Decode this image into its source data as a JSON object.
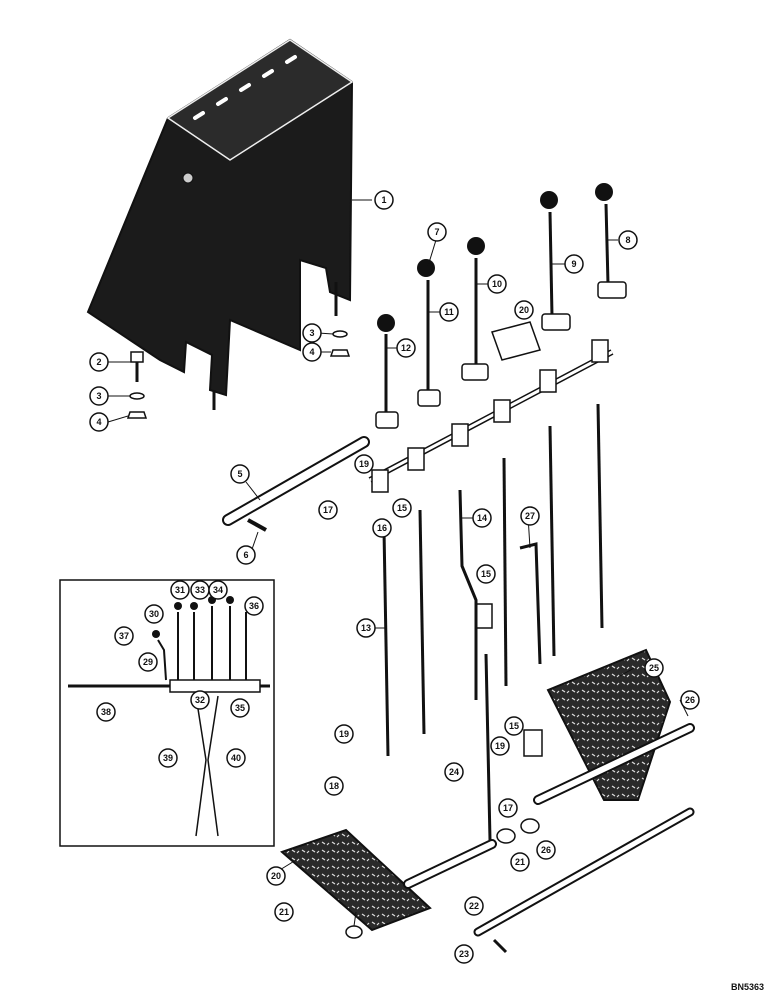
{
  "diagram": {
    "reference_code": "BN5363",
    "colors": {
      "ink": "#111111",
      "paper": "#ffffff",
      "tread": "#2a2a2a"
    },
    "callouts": [
      {
        "id": "c1",
        "label": "1"
      },
      {
        "id": "c2",
        "label": "2"
      },
      {
        "id": "c3a",
        "label": "3"
      },
      {
        "id": "c4a",
        "label": "4"
      },
      {
        "id": "c3b",
        "label": "3"
      },
      {
        "id": "c4b",
        "label": "4"
      },
      {
        "id": "c5",
        "label": "5"
      },
      {
        "id": "c6",
        "label": "6"
      },
      {
        "id": "c7",
        "label": "7"
      },
      {
        "id": "c8",
        "label": "8"
      },
      {
        "id": "c9",
        "label": "9"
      },
      {
        "id": "c10",
        "label": "10"
      },
      {
        "id": "c11",
        "label": "11"
      },
      {
        "id": "c12",
        "label": "12"
      },
      {
        "id": "c13",
        "label": "13"
      },
      {
        "id": "c14",
        "label": "14"
      },
      {
        "id": "c15a",
        "label": "15"
      },
      {
        "id": "c15b",
        "label": "15"
      },
      {
        "id": "c15c",
        "label": "15"
      },
      {
        "id": "c16",
        "label": "16"
      },
      {
        "id": "c17a",
        "label": "17"
      },
      {
        "id": "c17b",
        "label": "17"
      },
      {
        "id": "c18",
        "label": "18"
      },
      {
        "id": "c19a",
        "label": "19"
      },
      {
        "id": "c19b",
        "label": "19"
      },
      {
        "id": "c19c",
        "label": "19"
      },
      {
        "id": "c20a",
        "label": "20"
      },
      {
        "id": "c20b",
        "label": "20"
      },
      {
        "id": "c21a",
        "label": "21"
      },
      {
        "id": "c21b",
        "label": "21"
      },
      {
        "id": "c22",
        "label": "22"
      },
      {
        "id": "c23",
        "label": "23"
      },
      {
        "id": "c24",
        "label": "24"
      },
      {
        "id": "c25",
        "label": "25"
      },
      {
        "id": "c26a",
        "label": "26"
      },
      {
        "id": "c26b",
        "label": "26"
      },
      {
        "id": "c27",
        "label": "27"
      },
      {
        "id": "c29",
        "label": "29"
      },
      {
        "id": "c30",
        "label": "30"
      },
      {
        "id": "c31",
        "label": "31"
      },
      {
        "id": "c32",
        "label": "32"
      },
      {
        "id": "c33",
        "label": "33"
      },
      {
        "id": "c34",
        "label": "34"
      },
      {
        "id": "c35",
        "label": "35"
      },
      {
        "id": "c36",
        "label": "36"
      },
      {
        "id": "c37",
        "label": "37"
      },
      {
        "id": "c38",
        "label": "38"
      },
      {
        "id": "c39",
        "label": "39"
      },
      {
        "id": "c40",
        "label": "40"
      }
    ]
  }
}
